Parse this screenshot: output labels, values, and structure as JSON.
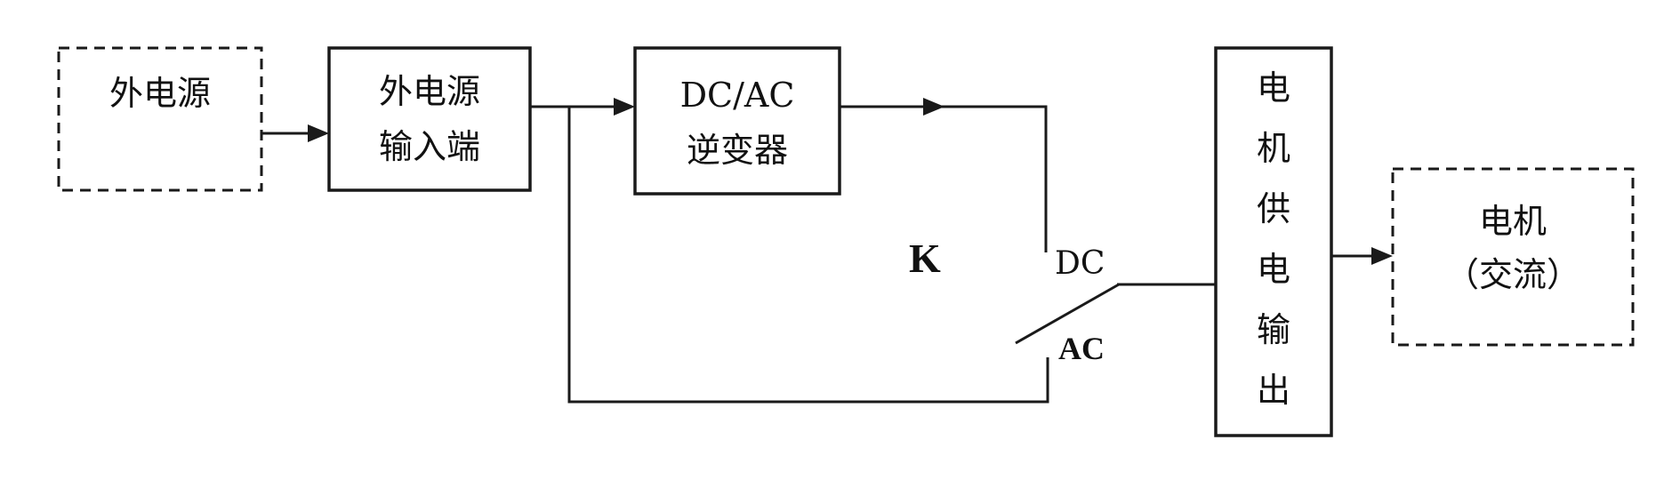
{
  "blocks": {
    "external_power": {
      "label": "外电源"
    },
    "external_power_input": {
      "line1": "外电源",
      "line2": "输入端"
    },
    "dc_ac_inverter": {
      "line1": "DC/AC",
      "line2": "逆变器"
    },
    "motor_supply_output": {
      "chars": [
        "电",
        "机",
        "供",
        "电",
        "输",
        "出"
      ]
    },
    "motor": {
      "line1": "电机",
      "line2": "（交流）"
    }
  },
  "switch": {
    "name": "K",
    "dc_label": "DC",
    "ac_label": "AC"
  }
}
